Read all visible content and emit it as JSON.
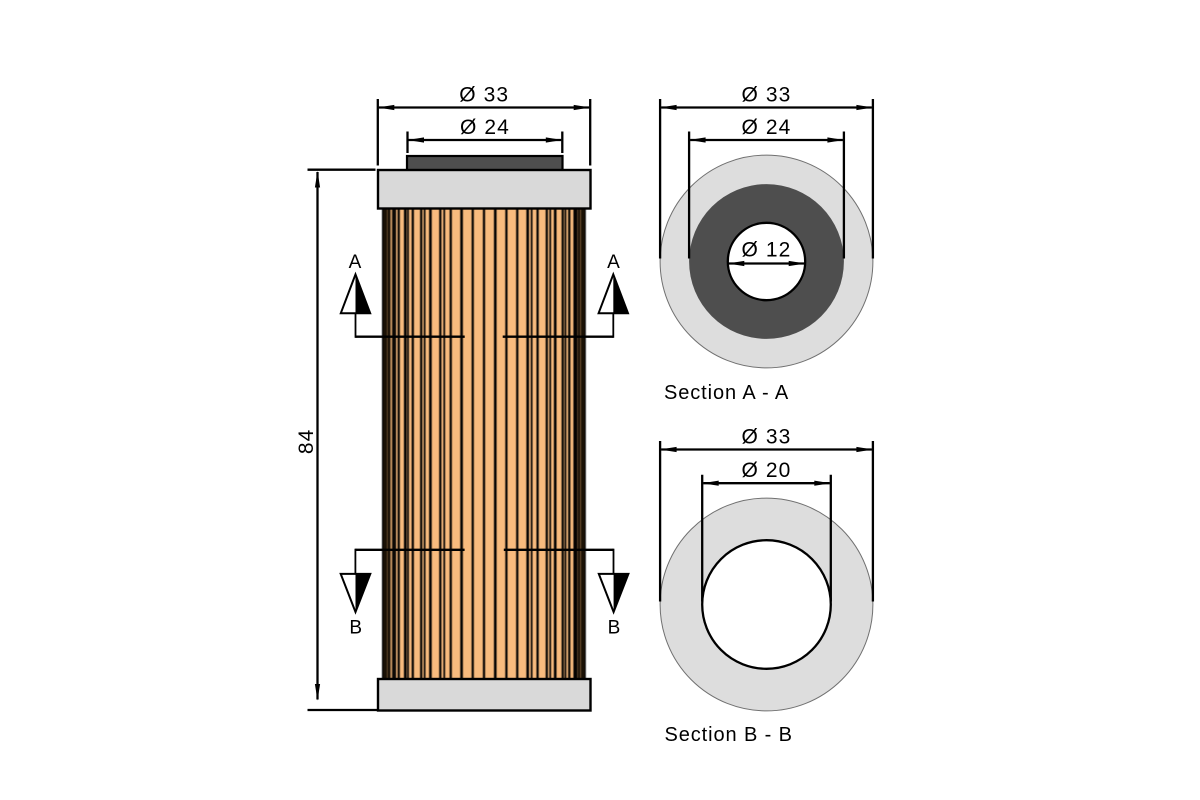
{
  "drawing": {
    "type": "technical-drawing",
    "subject": "oil-filter-element",
    "colors": {
      "background": "#ffffff",
      "pleats": "#F8BB7E",
      "end_cap": "#D9D9D9",
      "seal": "#4E4E4E",
      "section_body": "#DDDDDD",
      "section_ring": "#4E4E4E",
      "line": "#000000"
    },
    "front_view": {
      "outer_diameter_label": "Ø 33",
      "cap_diameter_label": "Ø 24",
      "height_label": "84",
      "section_a_marker": "A",
      "section_b_marker": "B"
    },
    "section_a": {
      "title": "Section A - A",
      "outer_diameter_label": "Ø 33",
      "ring_diameter_label": "Ø 24",
      "bore_diameter_label": "Ø 12"
    },
    "section_b": {
      "title": "Section B - B",
      "outer_diameter_label": "Ø 33",
      "bore_diameter_label": "Ø 20"
    }
  }
}
